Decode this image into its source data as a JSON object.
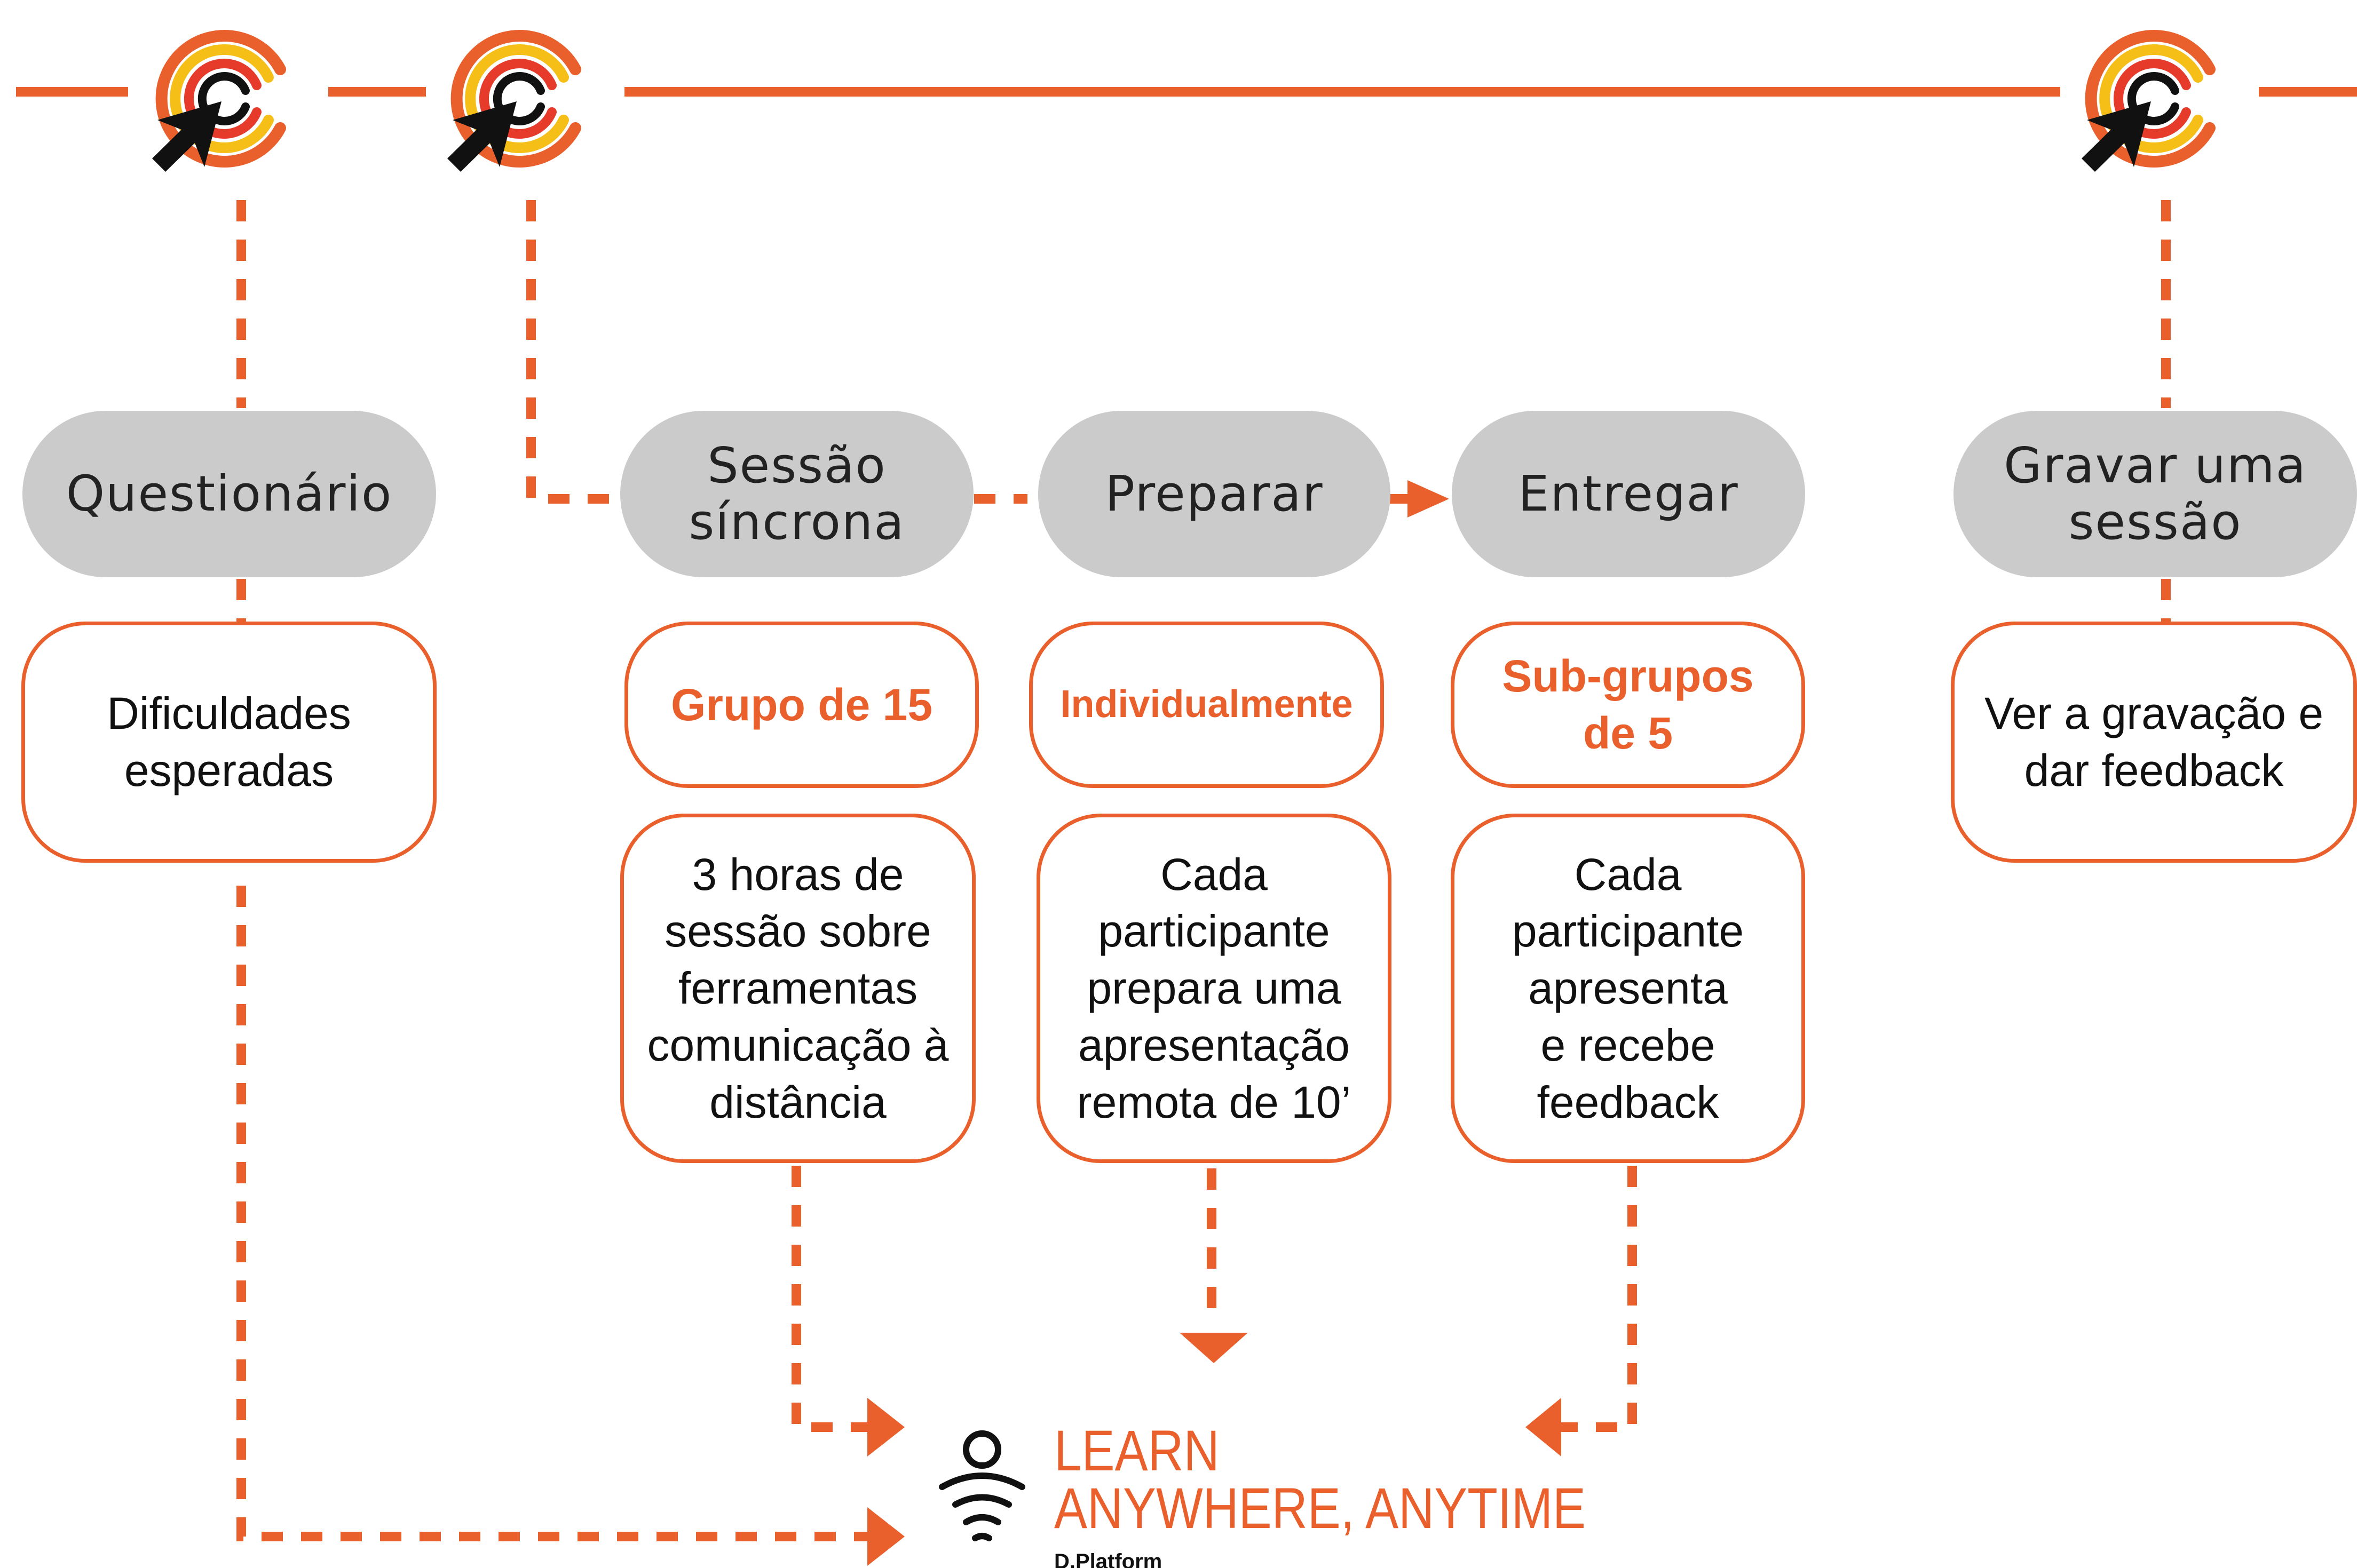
{
  "colors": {
    "accent": "#e9602c",
    "pill_fill": "#cbcbcb",
    "logo_yellow": "#f5bf18",
    "logo_red": "#e63a2a",
    "cursor": "#111111"
  },
  "icons": {
    "timeline_logo": "cursor-target-icon",
    "brand_logo": "person-wifi-icon"
  },
  "steps": {
    "questionario": {
      "label": "Questionário",
      "detail": "Dificuldades\nesperadas"
    },
    "sessao": {
      "label": "Sessão\nsíncrona",
      "tag": "Grupo de 15",
      "detail": "3 horas  de\nsessão sobre\nferramentas\ncomunicação à\ndistância"
    },
    "preparar": {
      "label": "Preparar",
      "tag": "Individualmente",
      "detail": "Cada\nparticipante\nprepara uma\napresentação\nremota de 10’"
    },
    "entregar": {
      "label": "Entregar",
      "tag": "Sub-grupos\nde 5",
      "detail": "Cada\nparticipante\napresenta\ne recebe\nfeedback"
    },
    "gravar": {
      "label": "Gravar uma\nsessão",
      "detail": "Ver a gravação e\ndar feedback"
    }
  },
  "brand": {
    "line1": "LEARN",
    "line2": "ANYWHERE, ANYTIME",
    "line3": "D.Platform"
  }
}
